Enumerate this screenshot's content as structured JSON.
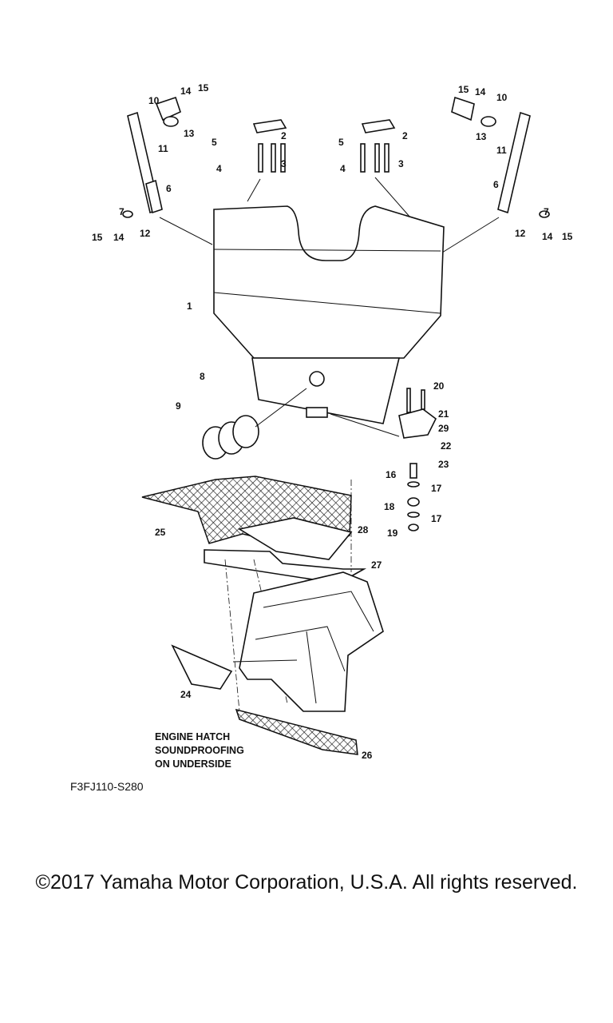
{
  "diagram": {
    "note": "ENGINE HATCH\nSOUNDPROOFING\nON UNDERSIDE",
    "code": "F3FJ110-S280",
    "copyright": "©2017 Yamaha Motor Corporation, U.S.A. All rights reserved.",
    "callouts": {
      "l10": "10",
      "l14a": "14",
      "l15a": "15",
      "l13": "13",
      "l11": "11",
      "l6": "6",
      "l7": "7",
      "l15b": "15",
      "l14b": "14",
      "l12": "12",
      "c2a": "2",
      "c5a": "5",
      "c4a": "4",
      "c3a": "3",
      "c2b": "2",
      "c5b": "5",
      "c4b": "4",
      "c3b": "3",
      "r15a": "15",
      "r14a": "14",
      "r10": "10",
      "r13": "13",
      "r11": "11",
      "r6": "6",
      "r7": "7",
      "r12": "12",
      "r14b": "14",
      "r15b": "15",
      "p1": "1",
      "p8": "8",
      "p9": "9",
      "p20": "20",
      "p21": "21",
      "p29": "29",
      "p22": "22",
      "p23": "23",
      "p16": "16",
      "p17a": "17",
      "p18": "18",
      "p17b": "17",
      "p19": "19",
      "p25": "25",
      "p28": "28",
      "p27": "27",
      "p24": "24",
      "p26": "26"
    }
  }
}
